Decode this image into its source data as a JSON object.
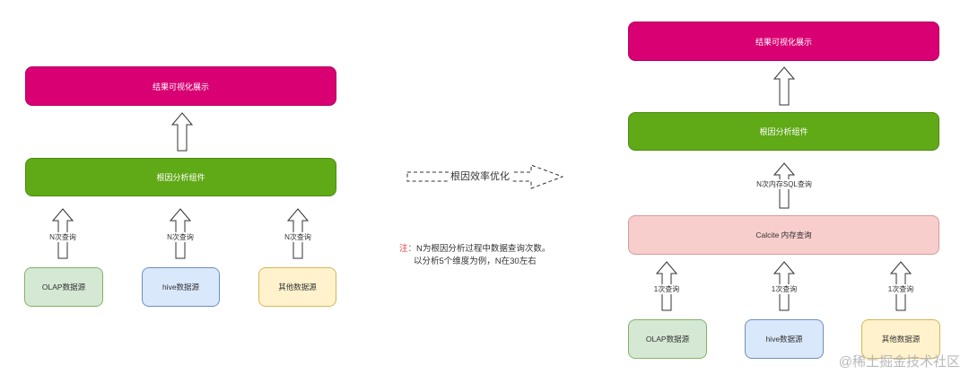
{
  "left": {
    "top_box": "结果可视化展示",
    "component_box": "根因分析组件",
    "query_labels": [
      "N次查询",
      "N次查询",
      "N次查询"
    ],
    "sources": [
      "OLAP数据源",
      "hive数据源",
      "其他数据源"
    ]
  },
  "middle": {
    "arrow_label": "根因效率优化",
    "note_prefix": "注：",
    "note_line1": "N为根因分析过程中数据查询次数。",
    "note_line2": "以分析5个维度为例，N在30左右"
  },
  "right": {
    "top_box": "结果可视化展示",
    "component_box": "根因分析组件",
    "memory_query_label": "N次内存SQL查询",
    "calcite_box": "Calcite 内存查询",
    "query_labels": [
      "1次查询",
      "1次查询",
      "1次查询"
    ],
    "sources": [
      "OLAP数据源",
      "hive数据源",
      "其他数据源"
    ]
  },
  "watermark": "@稀土掘金技术社区",
  "colors": {
    "display_box": "#d80073",
    "component_box": "#60a917",
    "calcite_box": "#f8cecc",
    "olap_source": "#d5e8d4",
    "hive_source": "#dae8fc",
    "other_source": "#fff2cc",
    "note_prefix": "#e03030"
  }
}
